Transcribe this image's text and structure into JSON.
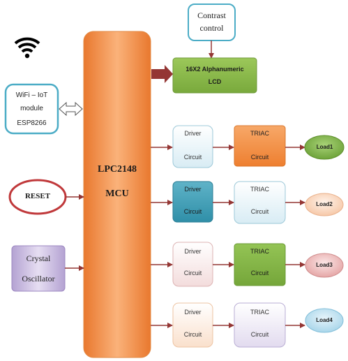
{
  "mcu": {
    "line1": "LPC2148",
    "line2": "MCU"
  },
  "contrast": {
    "line1": "Contrast",
    "line2": "control"
  },
  "lcd": {
    "line1": "16X2 Alphanumeric",
    "line2": "LCD"
  },
  "wifi": {
    "line1": "WiFi – IoT",
    "line2": "module",
    "line3": "ESP8266"
  },
  "reset": {
    "label": "RESET"
  },
  "crystal": {
    "line1": "Crystal",
    "line2": "Oscillator"
  },
  "channels": [
    {
      "driver_line1": "Driver",
      "driver_line2": "Circuit",
      "triac_line1": "TRIAC",
      "triac_line2": "Circuit",
      "load": "Load1"
    },
    {
      "driver_line1": "Driver",
      "driver_line2": "Circuit",
      "triac_line1": "TRIAC",
      "triac_line2": "Circuit",
      "load": "Load2"
    },
    {
      "driver_line1": "Driver",
      "driver_line2": "Circuit",
      "triac_line1": "TRIAC",
      "triac_line2": "Circuit",
      "load": "Load3"
    },
    {
      "driver_line1": "Driver",
      "driver_line2": "Circuit",
      "triac_line1": "TRIAC",
      "triac_line2": "Circuit",
      "load": "Load4"
    }
  ],
  "colors": {
    "mcu_fill": "#f79646",
    "lcd_fill": "#8bba45",
    "connector": "#943634",
    "box_border": "#4bacc6"
  },
  "icons": {
    "wifi": "wifi-icon"
  }
}
